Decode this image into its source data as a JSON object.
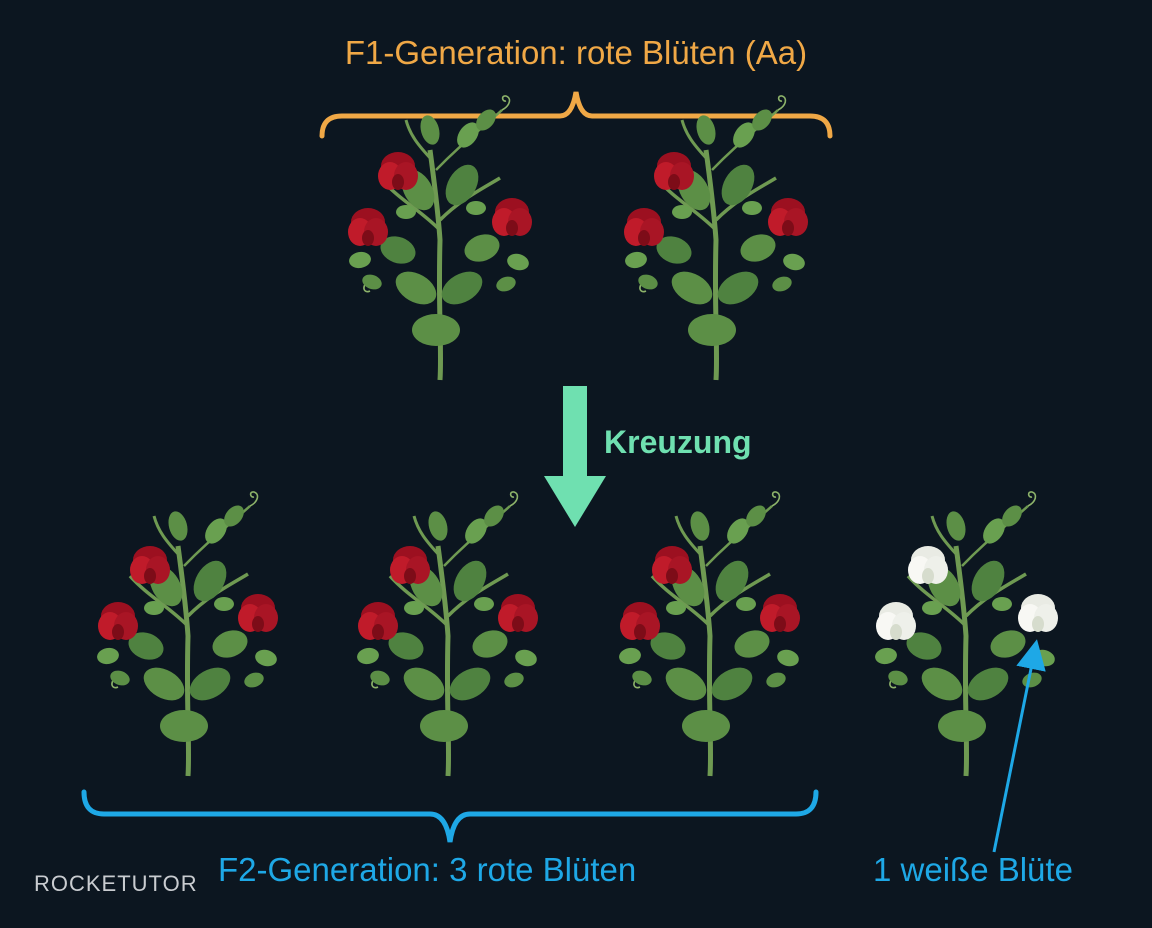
{
  "f1": {
    "title": "F1-Generation: rote Blüten (Aa)",
    "plant_count": 2,
    "flower_color": "red"
  },
  "cross": {
    "label": "Kreuzung"
  },
  "f2": {
    "red_title": "F2-Generation: 3 rote Blüten",
    "red_count": 3,
    "white_label": "1 weiße Blüte",
    "white_count": 1
  },
  "logo": {
    "text": "ROCKETUTOR"
  },
  "colors": {
    "background": "#0c1620",
    "f1_accent": "#f0a846",
    "cross_accent": "#6fe0b0",
    "f2_accent": "#1ea8e6",
    "red_flower": "#b01623",
    "white_flower": "#f4f4f0",
    "leaf": "#5c8f46",
    "stem": "#6f9a52"
  }
}
